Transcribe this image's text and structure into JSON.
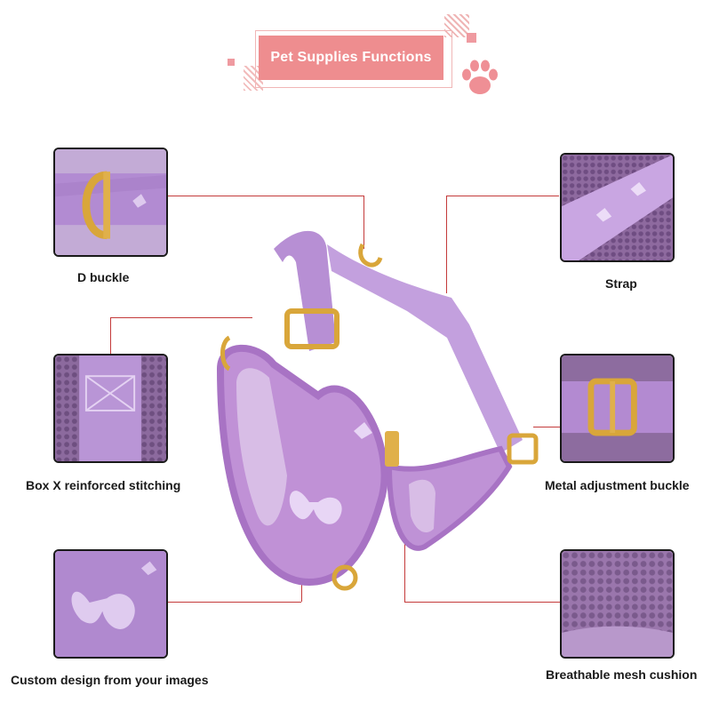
{
  "header": {
    "title": "Pet Supplies Functions"
  },
  "features": {
    "d_buckle": "D buckle",
    "strap": "Strap",
    "box_x": "Box X reinforced stitching",
    "metal_buckle": "Metal adjustment buckle",
    "custom_design": "Custom design from your images",
    "mesh_cushion": "Breathable mesh cushion"
  },
  "colors": {
    "banner": "#ee8d8f",
    "accent_line": "#c43a3a",
    "product": "#b58ad0"
  }
}
